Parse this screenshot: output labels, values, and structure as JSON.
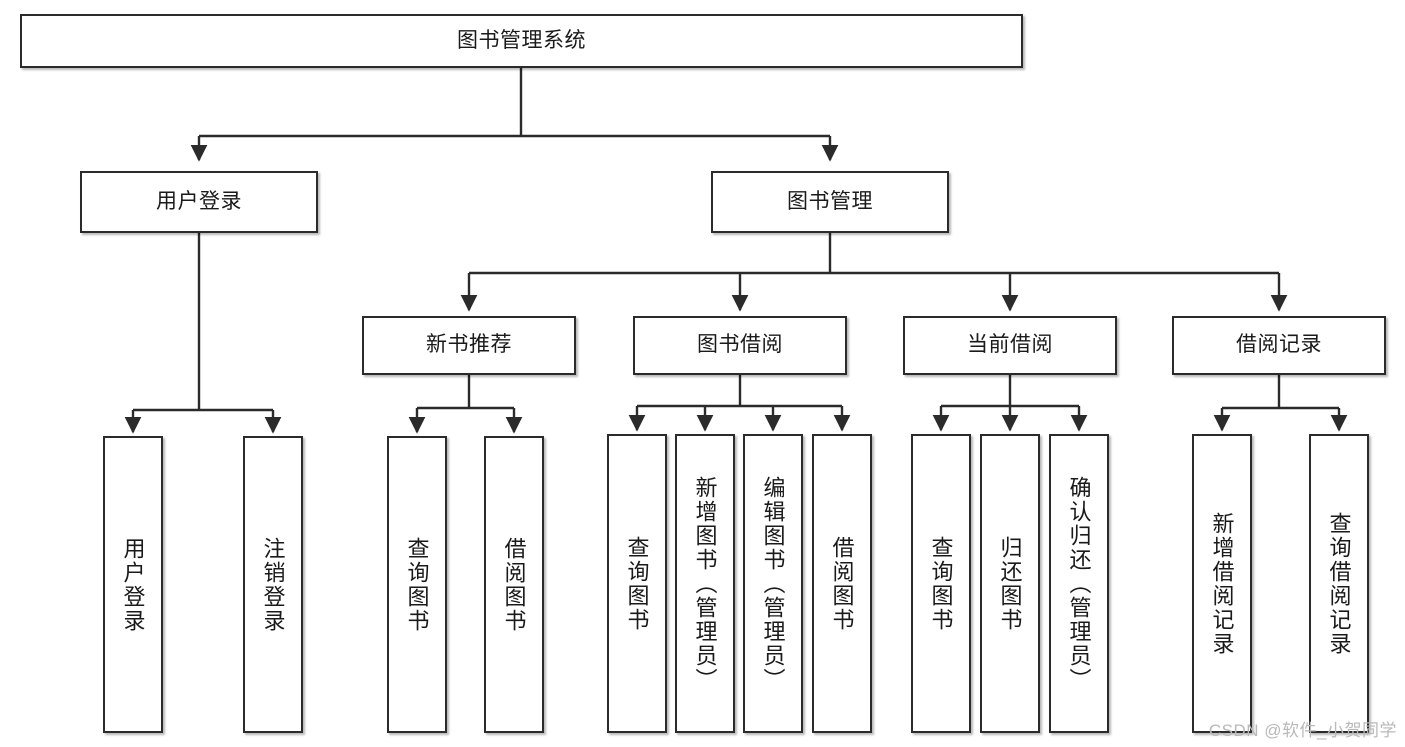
{
  "diagram": {
    "type": "tree",
    "title": "图书管理系统",
    "watermark": "CSDN @软件_小贺同学",
    "colors": {
      "box_border": "#2b2b2b",
      "box_fill": "#ffffff",
      "connector": "#2b2b2b",
      "text": "#1a1a1a",
      "watermark": "#b9b9b9"
    },
    "nodes": {
      "root": {
        "label": "图书管理系统"
      },
      "level2": [
        {
          "id": "user-login",
          "label": "用户登录"
        },
        {
          "id": "book-manage",
          "label": "图书管理"
        }
      ],
      "level3": [
        {
          "id": "new-book-recommend",
          "label": "新书推荐"
        },
        {
          "id": "book-borrow",
          "label": "图书借阅"
        },
        {
          "id": "current-borrow",
          "label": "当前借阅"
        },
        {
          "id": "borrow-record",
          "label": "借阅记录"
        }
      ],
      "leaves": {
        "user_login": [
          {
            "id": "leaf-user-login",
            "label": "用户登录"
          },
          {
            "id": "leaf-logout",
            "label": "注销登录"
          }
        ],
        "new_book_recommend": [
          {
            "id": "leaf-query-book-1",
            "label": "查询图书"
          },
          {
            "id": "leaf-borrow-book-1",
            "label": "借阅图书"
          }
        ],
        "book_borrow": [
          {
            "id": "leaf-query-book-2",
            "label": "查询图书"
          },
          {
            "id": "leaf-add-book",
            "label": "新增图书（管理员）"
          },
          {
            "id": "leaf-edit-book",
            "label": "编辑图书（管理员）"
          },
          {
            "id": "leaf-borrow-book-2",
            "label": "借阅图书"
          }
        ],
        "current_borrow": [
          {
            "id": "leaf-query-book-3",
            "label": "查询图书"
          },
          {
            "id": "leaf-return-book",
            "label": "归还图书"
          },
          {
            "id": "leaf-confirm-return",
            "label": "确认归还（管理员）"
          }
        ],
        "borrow_record": [
          {
            "id": "leaf-add-record",
            "label": "新增借阅记录"
          },
          {
            "id": "leaf-query-record",
            "label": "查询借阅记录"
          }
        ]
      }
    }
  }
}
